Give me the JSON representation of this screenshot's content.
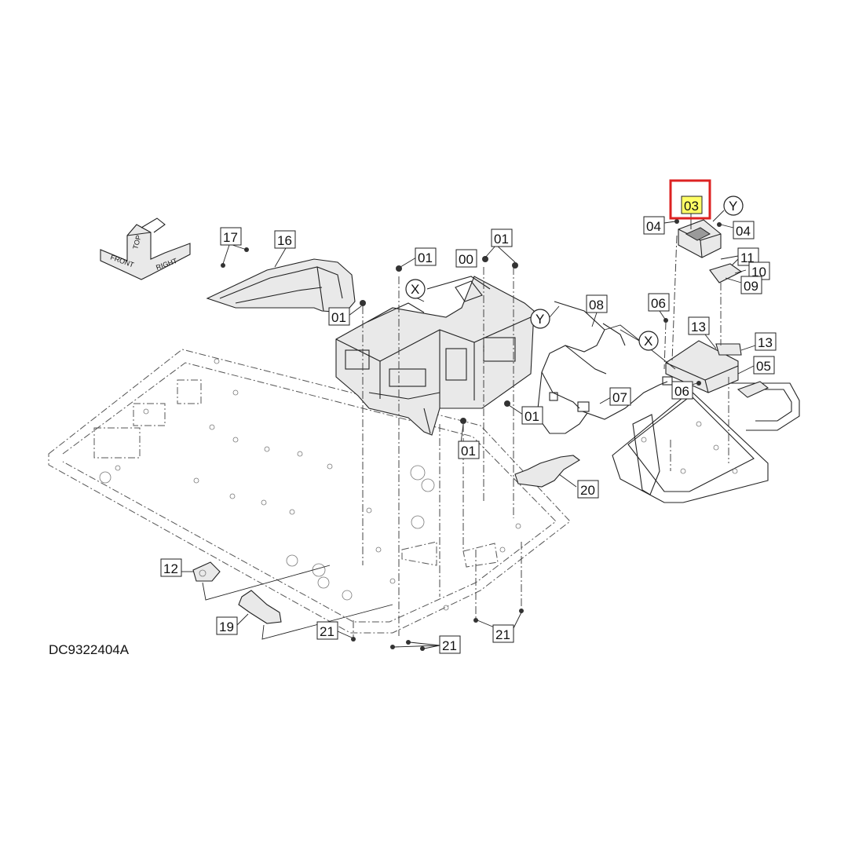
{
  "drawing": {
    "code": "DC9322404A",
    "highlight_color": "#dd2222",
    "highlight_fill": "#ffff66"
  },
  "orientation_badge": {
    "labels": [
      "TOP",
      "FRONT",
      "RIGHT"
    ]
  },
  "callouts": [
    {
      "id": "c00",
      "text": "00"
    },
    {
      "id": "c01a",
      "text": "01"
    },
    {
      "id": "c01b",
      "text": "01"
    },
    {
      "id": "c01c",
      "text": "01"
    },
    {
      "id": "c01d",
      "text": "01"
    },
    {
      "id": "c01e",
      "text": "01"
    },
    {
      "id": "c03",
      "text": "03",
      "highlighted": true
    },
    {
      "id": "c04a",
      "text": "04"
    },
    {
      "id": "c04b",
      "text": "04"
    },
    {
      "id": "c05",
      "text": "05"
    },
    {
      "id": "c06a",
      "text": "06"
    },
    {
      "id": "c06b",
      "text": "06"
    },
    {
      "id": "c07",
      "text": "07"
    },
    {
      "id": "c08",
      "text": "08"
    },
    {
      "id": "c09",
      "text": "09"
    },
    {
      "id": "c10",
      "text": "10"
    },
    {
      "id": "c11",
      "text": "11"
    },
    {
      "id": "c12",
      "text": "12"
    },
    {
      "id": "c13a",
      "text": "13"
    },
    {
      "id": "c13b",
      "text": "13"
    },
    {
      "id": "c16",
      "text": "16"
    },
    {
      "id": "c17",
      "text": "17"
    },
    {
      "id": "c19",
      "text": "19"
    },
    {
      "id": "c20",
      "text": "20"
    },
    {
      "id": "c21a",
      "text": "21"
    },
    {
      "id": "c21b",
      "text": "21"
    },
    {
      "id": "c21c",
      "text": "21"
    }
  ],
  "references": [
    {
      "id": "rx1",
      "text": "X"
    },
    {
      "id": "rx2",
      "text": "X"
    },
    {
      "id": "ry1",
      "text": "Y"
    },
    {
      "id": "ry2",
      "text": "Y"
    }
  ]
}
